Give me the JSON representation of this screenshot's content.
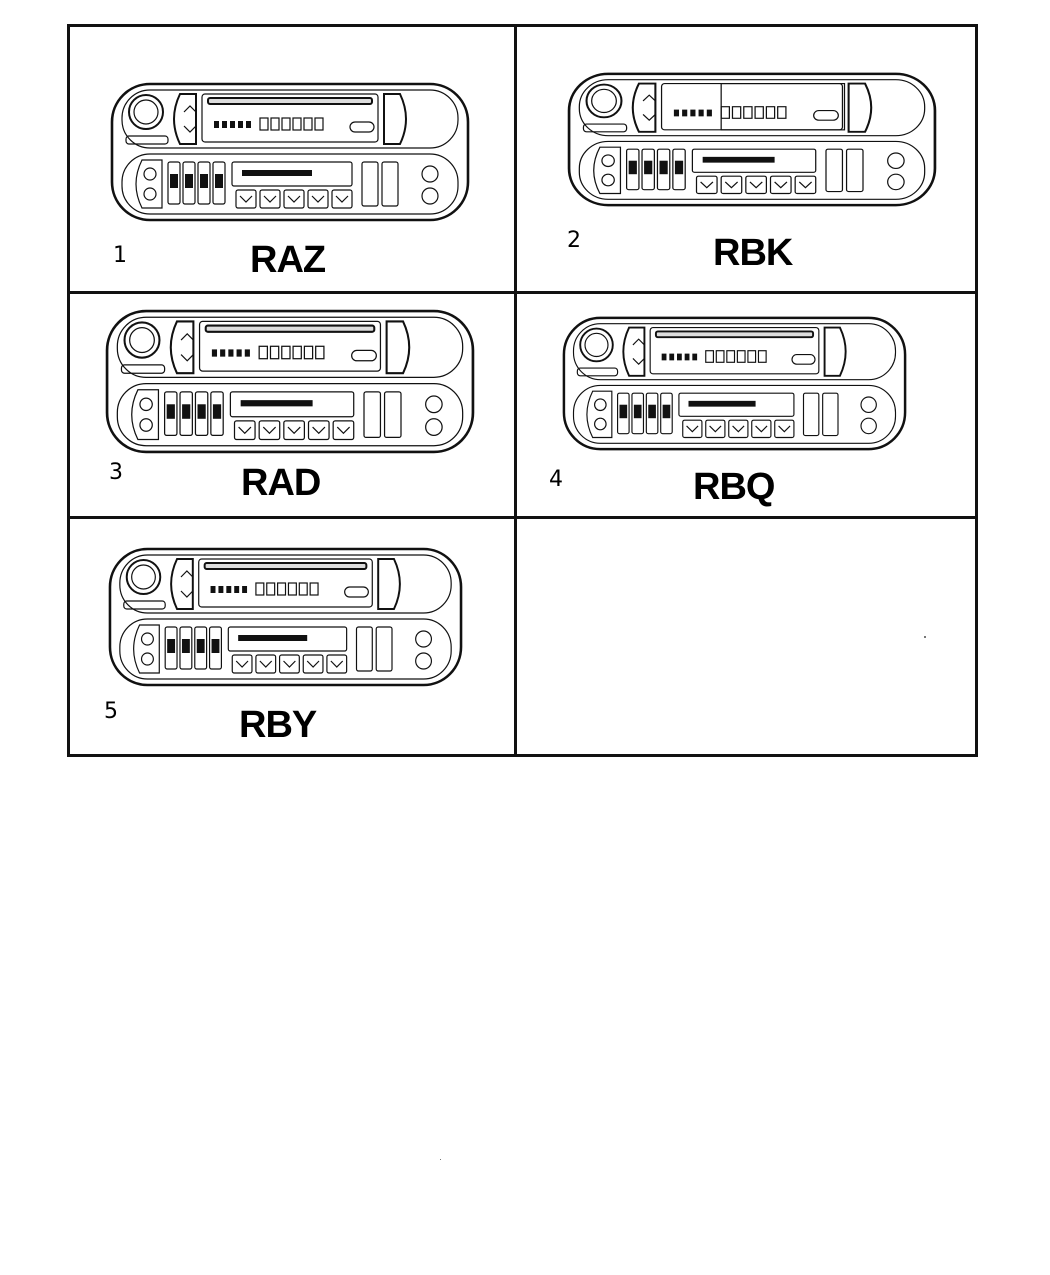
{
  "figure": {
    "items": [
      {
        "index": "1",
        "code": "RAZ",
        "variant": "cd_combo"
      },
      {
        "index": "2",
        "code": "RBK",
        "variant": "tape_top"
      },
      {
        "index": "3",
        "code": "RAD",
        "variant": "cd_cassette"
      },
      {
        "index": "4",
        "code": "RBQ",
        "variant": "cd_cassette"
      },
      {
        "index": "5",
        "code": "RBY",
        "variant": "cd_cassette"
      }
    ]
  },
  "colors": {
    "line": "#111111",
    "fill": "#ffffff",
    "tint": "#dddddd"
  }
}
